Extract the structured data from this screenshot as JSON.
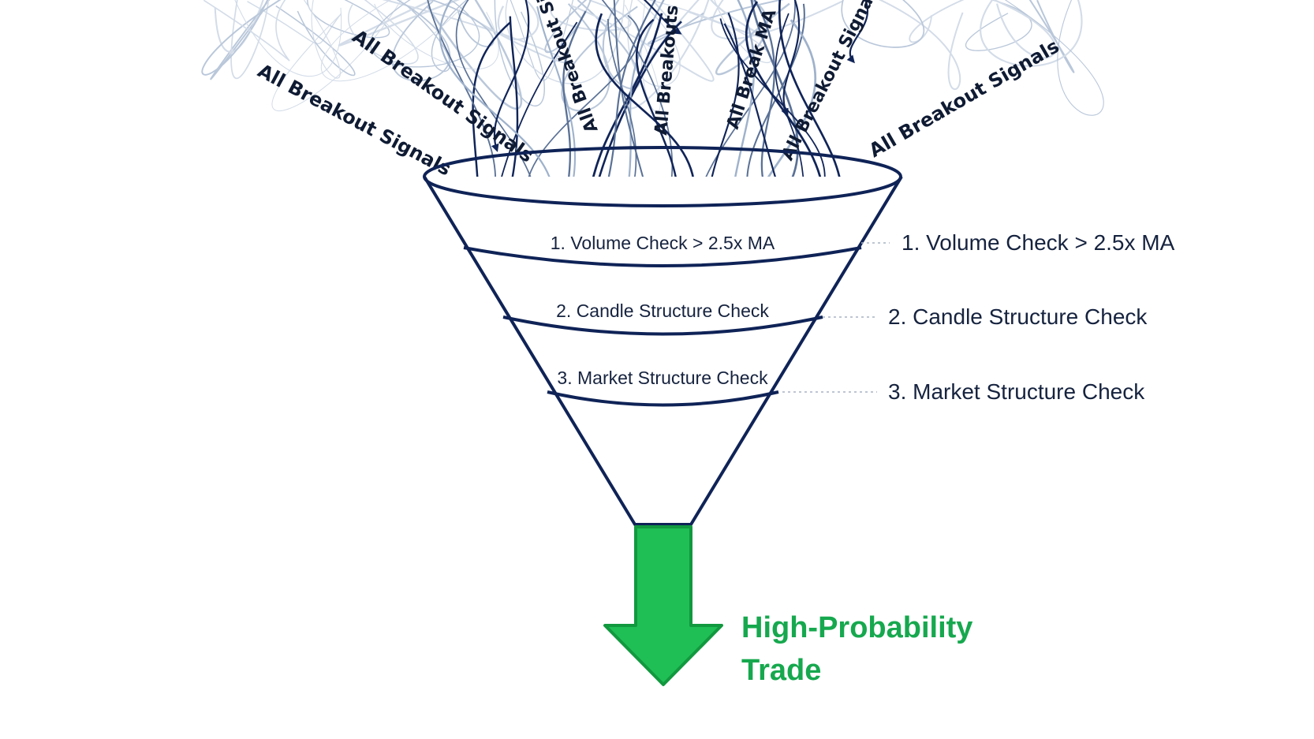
{
  "signal_labels": [
    "All Breakout Signals",
    "All Breakout Signals",
    "All Breakout Signals",
    "All Breakouts",
    "All Break MA",
    "All Breakout Signals",
    "All Breakout Signals"
  ],
  "funnel_stages": [
    {
      "inside_label": "1. Volume Check > 2.5x MA",
      "side_label": "1. Volume Check > 2.5x MA"
    },
    {
      "inside_label": "2. Candle Structure Check",
      "side_label": "2. Candle Structure Check"
    },
    {
      "inside_label": "3. Market Structure Check",
      "side_label": "3. Market Structure Check"
    }
  ],
  "result": {
    "line1": "High-Probability",
    "line2": "Trade"
  },
  "colors": {
    "funnel_stroke": "#0f2357",
    "signal_dark": "#102458",
    "signal_light": "#9fb2cc",
    "result_green": "#16a84e",
    "arrow_green": "#1fbf55",
    "arrow_outline": "#12993f"
  }
}
